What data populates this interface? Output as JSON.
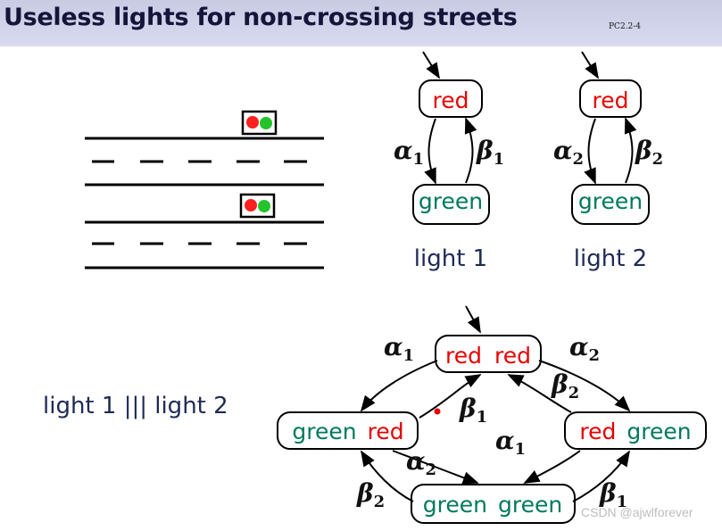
{
  "header": {
    "title": "Useless lights for non-crossing streets",
    "slide_id": "PC2.2-4"
  },
  "light1": {
    "states": {
      "red": "red",
      "green": "green"
    },
    "alpha": "α",
    "alpha_sub": "1",
    "beta": "β",
    "beta_sub": "1",
    "caption": "light 1"
  },
  "light2": {
    "states": {
      "red": "red",
      "green": "green"
    },
    "alpha": "α",
    "alpha_sub": "2",
    "beta": "β",
    "beta_sub": "2",
    "caption": "light 2"
  },
  "product": {
    "label": "light 1 ||| light 2",
    "states": {
      "red_red": [
        "red",
        "red"
      ],
      "green_red": [
        "green",
        "red"
      ],
      "red_green": [
        "red",
        "green"
      ],
      "green_green": [
        "green",
        "green"
      ]
    },
    "transitions": {
      "a1_top": {
        "sym": "α",
        "sub": "1"
      },
      "a2_top": {
        "sym": "α",
        "sub": "2"
      },
      "b1_mid": {
        "sym": "β",
        "sub": "1"
      },
      "b2_mid": {
        "sym": "β",
        "sub": "2"
      },
      "a2_low": {
        "sym": "α",
        "sub": "2"
      },
      "a1_low": {
        "sym": "α",
        "sub": "1"
      },
      "b2_bot": {
        "sym": "β",
        "sub": "2"
      },
      "b1_bot": {
        "sym": "β",
        "sub": "1"
      }
    }
  },
  "colors": {
    "red": "#e60000",
    "green": "#007a5e",
    "lamp_red": "#ff2020",
    "lamp_green": "#22c42a"
  },
  "watermark": "CSDN @ajwlforever"
}
